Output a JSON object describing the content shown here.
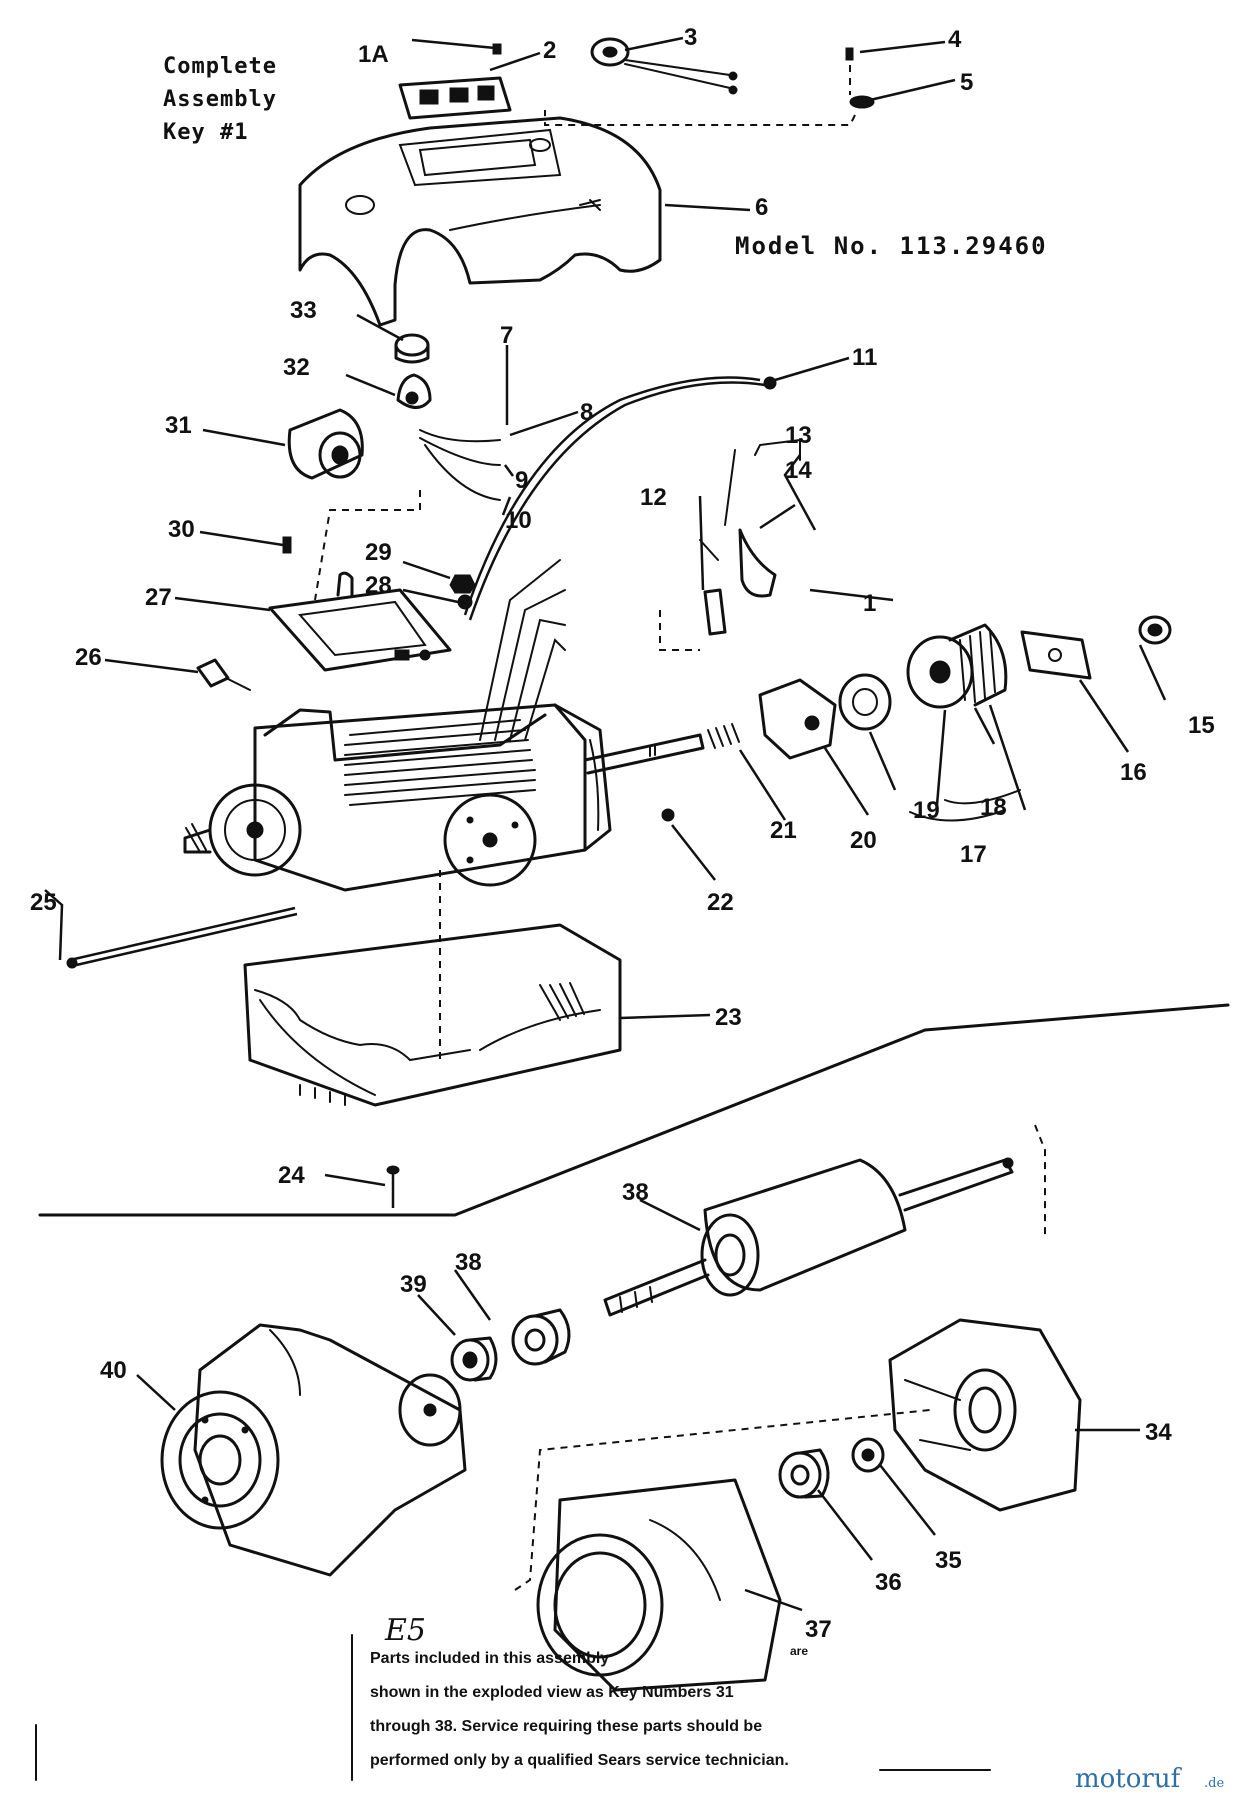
{
  "header": {
    "assembly_title": [
      "Complete",
      "Assembly",
      "Key #1"
    ],
    "model_number": "Model No. 113.29460"
  },
  "callouts": [
    "1A",
    "1",
    "2",
    "3",
    "4",
    "5",
    "6",
    "7",
    "8",
    "9",
    "10",
    "11",
    "12",
    "13",
    "14",
    "15",
    "16",
    "17",
    "18",
    "19",
    "20",
    "21",
    "22",
    "23",
    "24",
    "25",
    "26",
    "27",
    "28",
    "29",
    "30",
    "31",
    "32",
    "33",
    "34",
    "35",
    "36",
    "37",
    "38",
    "38",
    "39",
    "40"
  ],
  "handwritten_mark": "E5",
  "footnote": [
    "Parts included in this assembly",
    "are",
    "shown in the exploded view as Key Numbers 31",
    "through 38. Service requiring these parts should be",
    "performed only by a qualified Sears service technician."
  ],
  "watermark": "motoruf",
  "watermark_suffix": ".de"
}
